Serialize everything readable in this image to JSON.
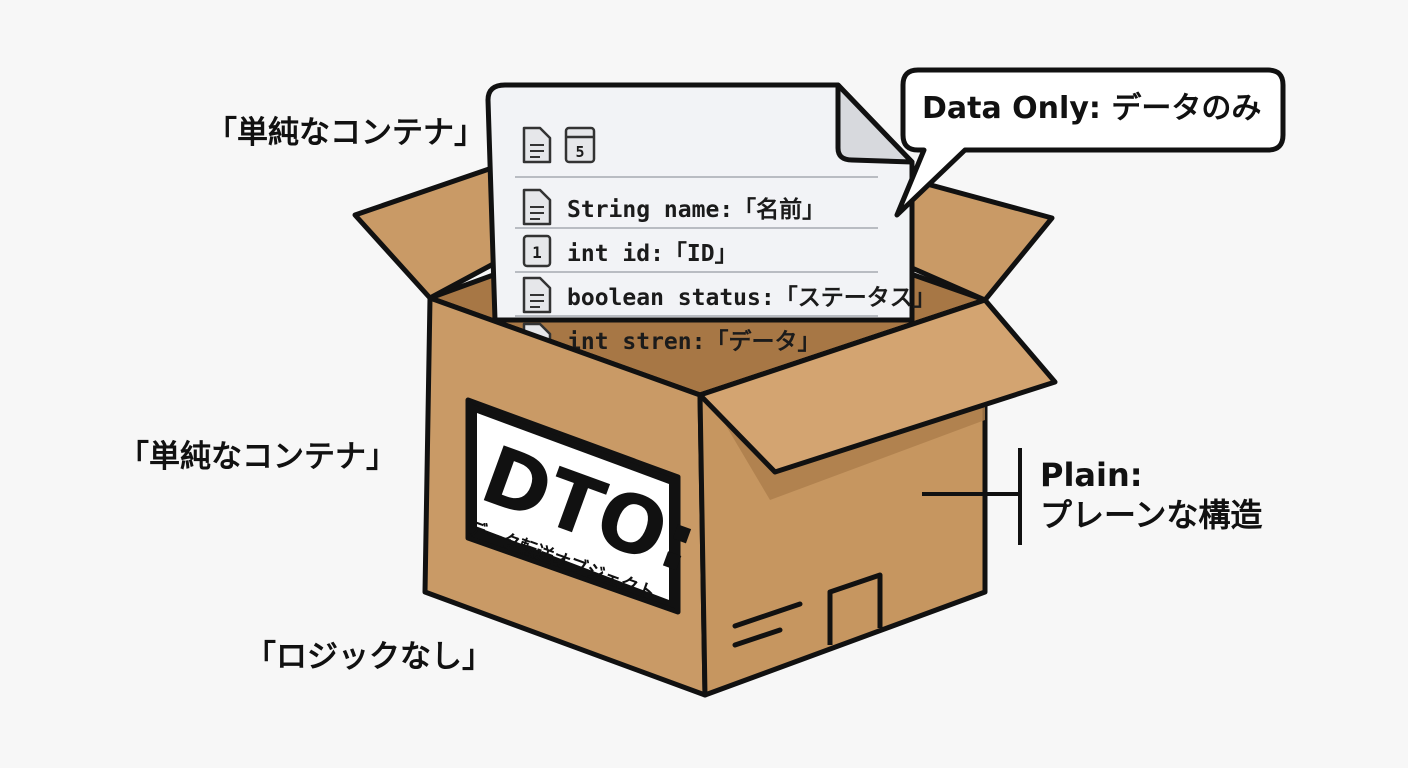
{
  "labels": {
    "top_left": "「単純なコンテナ」",
    "mid_left": "「単純なコンテナ」",
    "bottom_left": "「ロジックなし」"
  },
  "callout": {
    "text": "Data Only: データのみ"
  },
  "plain": {
    "line1": "Plain:",
    "line2": "プレーンな構造"
  },
  "document": {
    "header_icon_number": "5",
    "fields": [
      {
        "icon": "document-lines-icon",
        "text": "String name:「名前」"
      },
      {
        "icon": "number-one-icon",
        "icon_text": "1",
        "text": "int id:「ID」"
      },
      {
        "icon": "document-lines-icon",
        "text": "boolean status:「ステータス」"
      },
      {
        "icon": "document-lines-icon",
        "text": "int stren:「データ」"
      }
    ]
  },
  "box_label": {
    "title": "DTO:",
    "subtitle": "データ転送オブジェクト"
  },
  "colors": {
    "cardboard": "#c99a66",
    "cardboard_dark": "#b88855",
    "cardboard_shadow": "#a97a48",
    "outline": "#111111",
    "paper": "#f2f3f6",
    "background": "#f7f7f7"
  }
}
